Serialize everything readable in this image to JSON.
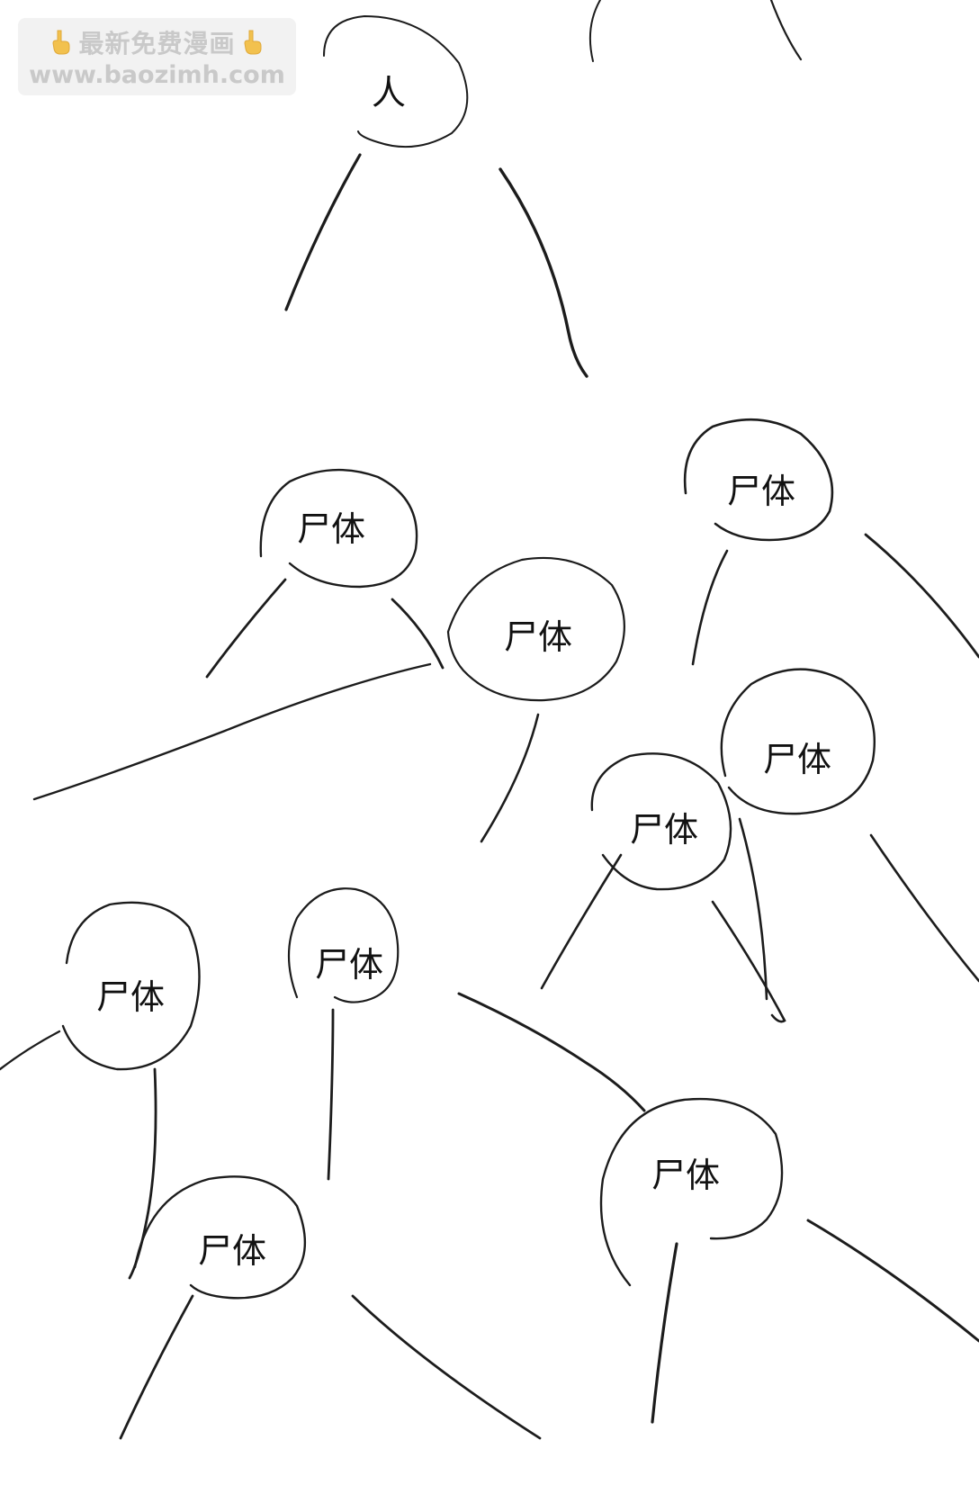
{
  "watermark": {
    "line1": "最新免费漫画",
    "line2": "www.baozimh.com",
    "left_icon": "pointing-down-hand-icon",
    "right_icon": "pointing-down-hand-icon",
    "icon_color": "#f2c14e"
  },
  "labels": {
    "person": "人",
    "corpse": "尸体"
  },
  "ink_color": "#1c1c1c"
}
